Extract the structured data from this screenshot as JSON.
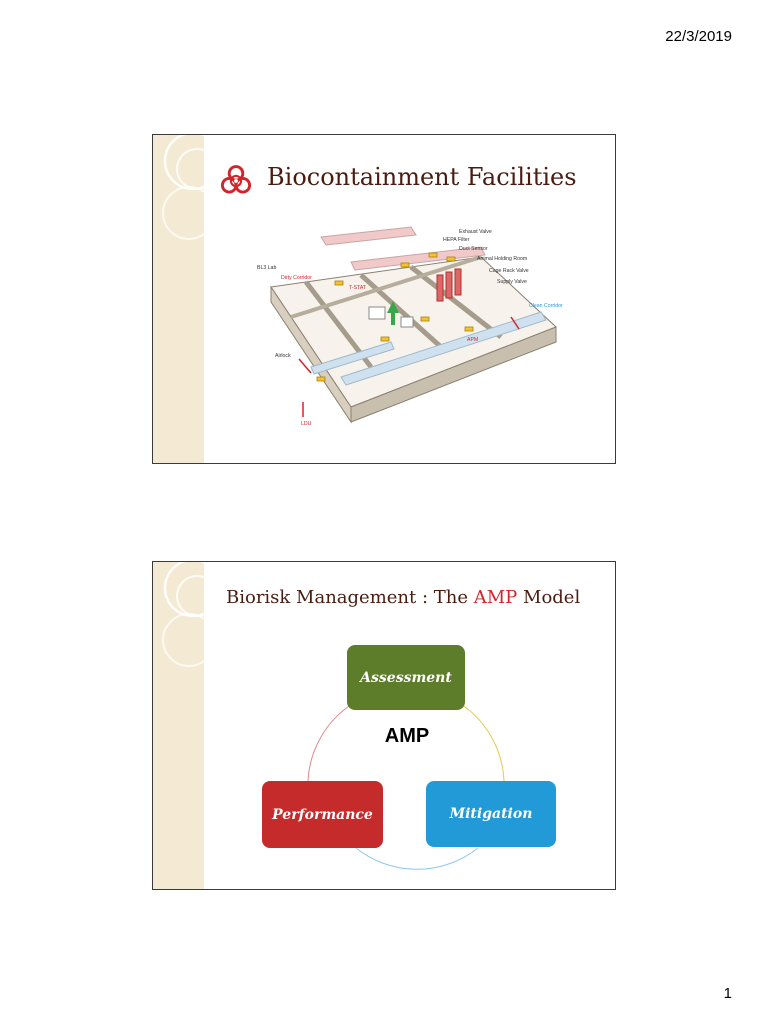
{
  "page": {
    "date": "22/3/2019",
    "number": "1"
  },
  "slide1": {
    "title": "Biocontainment Facilities",
    "icon": "biohazard-icon",
    "diagram": {
      "labels": {
        "exhaust_valve": "Exhaust Valve",
        "hepa_filter": "HEPA Filter",
        "duct_sensor": "Duct Sensor",
        "animal_holding": "Animal Holding Room",
        "cage_rack_valve": "Cage Rack Valve",
        "supply_valve": "Supply Valve",
        "bl3_lab": "BL3 Lab",
        "dirty_corridor": "Dirty Corridor",
        "t_stat": "T-STAT",
        "clean_corridor": "Clean Corridor",
        "apm": "APM",
        "airlock": "Airlock",
        "ldu": "LDU"
      }
    }
  },
  "slide2": {
    "title_part1": "Biorisk Management : The ",
    "title_accent": "AMP",
    "title_part2": " Model",
    "center_label": "AMP",
    "boxes": {
      "assessment": "Assessment",
      "performance": "Performance",
      "mitigation": "Mitigation"
    }
  },
  "colors": {
    "title_text": "#4a1c10",
    "accent_red": "#d2242b",
    "assessment_green": "#5d7d2b",
    "performance_red": "#c62b2b",
    "mitigation_blue": "#229ad8",
    "slide_stripe": "#f4ead3"
  }
}
